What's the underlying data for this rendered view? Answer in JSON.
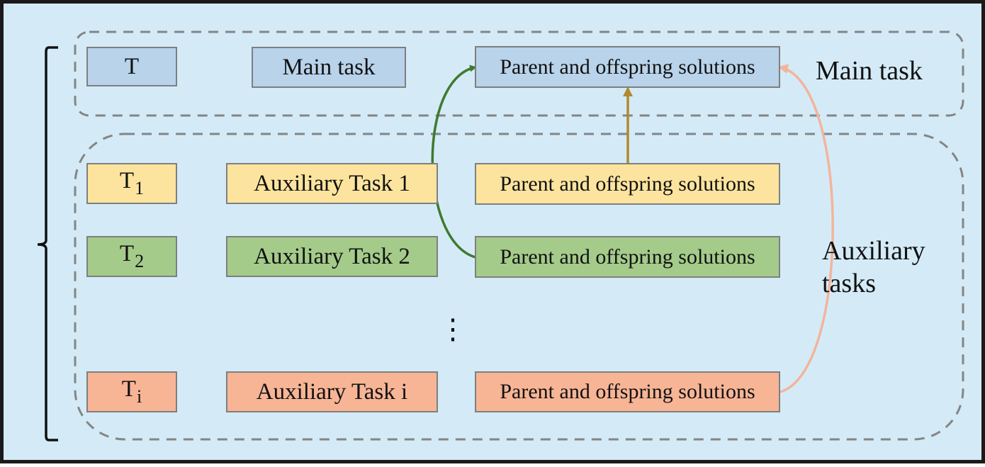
{
  "groups": {
    "main_label": "Main task",
    "aux_label_line1": "Auxiliary",
    "aux_label_line2": "tasks"
  },
  "main_row": {
    "symbol": "T",
    "task": "Main task",
    "solutions": "Parent and offspring solutions"
  },
  "aux_rows": [
    {
      "symbol": "T",
      "subscript": "1",
      "task": "Auxiliary Task 1",
      "solutions": "Parent and offspring solutions"
    },
    {
      "symbol": "T",
      "subscript": "2",
      "task": "Auxiliary Task 2",
      "solutions": "Parent and offspring solutions"
    },
    {
      "symbol": "T",
      "subscript": "i",
      "task": "Auxiliary Task i",
      "solutions": "Parent and offspring solutions"
    }
  ],
  "ellipsis": "⋮",
  "colors": {
    "background": "#d4ebf7",
    "main": "#b8d3ea",
    "aux1": "#fde49e",
    "aux2": "#a4cb8a",
    "auxi": "#f7b596",
    "arrow_green": "#3f7a2e",
    "arrow_gold": "#b08a2e",
    "arrow_salmon": "#f3b49c"
  }
}
